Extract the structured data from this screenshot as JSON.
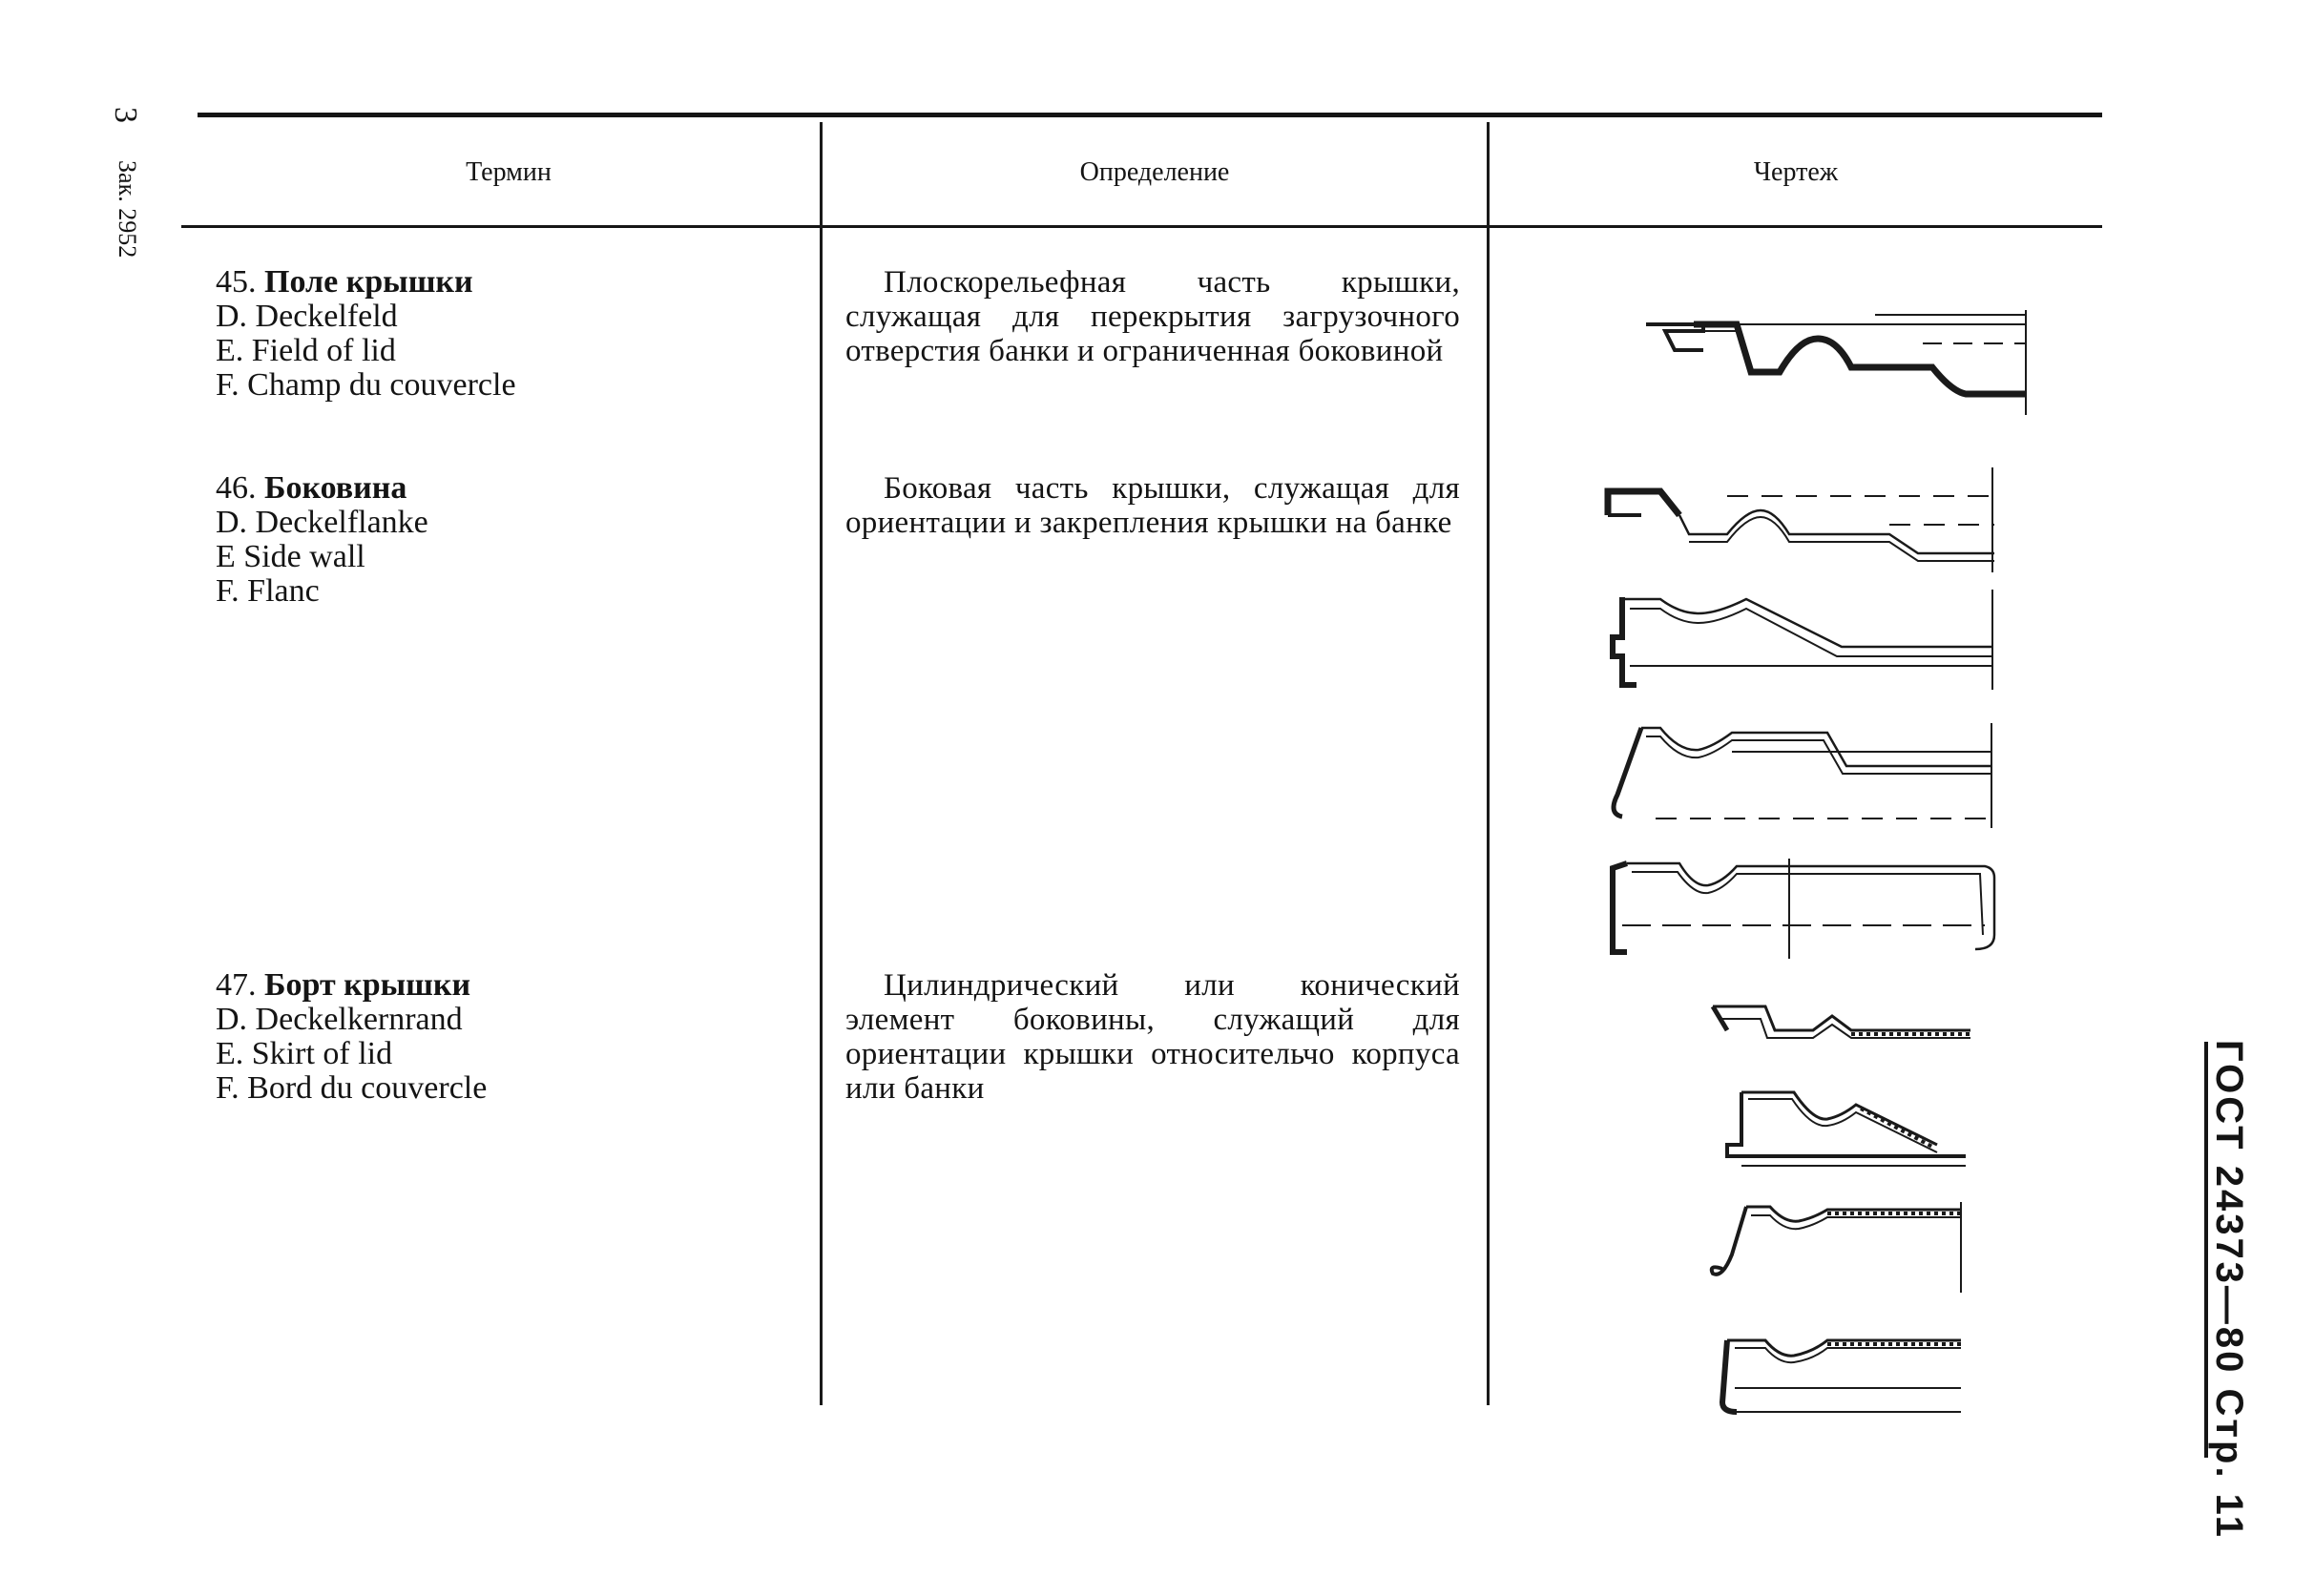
{
  "header": {
    "col_term": "Термин",
    "col_definition": "Определение",
    "col_drawing": "Чертеж"
  },
  "margin_left": {
    "number": "3",
    "order": "Зак. 2952"
  },
  "margin_right": {
    "standard": "ГОСТ 24373—80 Стр. 11"
  },
  "entries": [
    {
      "number": "45.",
      "term_ru": "Поле крышки",
      "term_de": "D. Deckelfeld",
      "term_en": "E. Field of lid",
      "term_fr": "F. Champ du couvercle",
      "definition": "Плоскорельефная часть крышки, служащая для перекрытия загрузочного отверстия банки и ограниченная боковиной"
    },
    {
      "number": "46.",
      "term_ru": "Боковина",
      "term_de": "D. Deckelflanke",
      "term_en": "E Side wall",
      "term_fr": "F. Flanc",
      "definition": "Боковая часть крышки, служащая для ориентации и закрепления крышки на банке"
    },
    {
      "number": "47.",
      "term_ru": "Борт крышки",
      "term_de": "D. Deckelkernrand",
      "term_en": "E. Skirt of lid",
      "term_fr": "F. Bord du couvercle",
      "definition": "Цилиндрический или конический элемент боковины, служащий для ориентации крышки относительчо корпуса или банки"
    }
  ]
}
